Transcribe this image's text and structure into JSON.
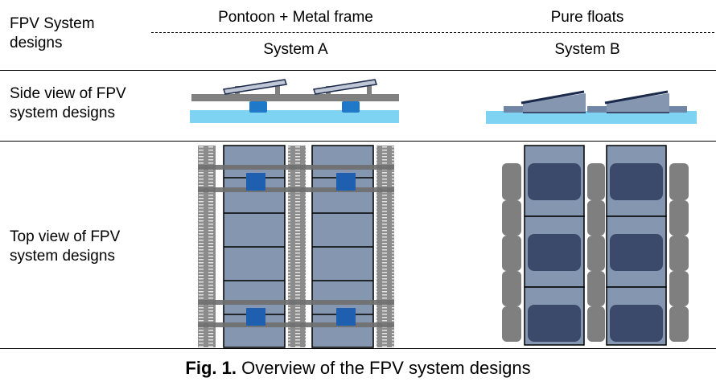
{
  "header": {
    "row_label": "FPV System\ndesigns",
    "group_a": "Pontoon + Metal frame",
    "group_b": "Pure floats",
    "system_a": "System A",
    "system_b": "System B"
  },
  "rows": {
    "side_label": "Side view of FPV\nsystem designs",
    "top_label": "Top view of FPV\nsystem designs"
  },
  "caption": {
    "prefix": "Fig. 1.",
    "text": " Overview of the FPV system designs"
  },
  "colors": {
    "water": "#7fd3f2",
    "frame": "#7f7f7f",
    "pontoon": "#1f5fb0",
    "panel": "#8496b0",
    "float_dark": "#3b4a6b"
  }
}
